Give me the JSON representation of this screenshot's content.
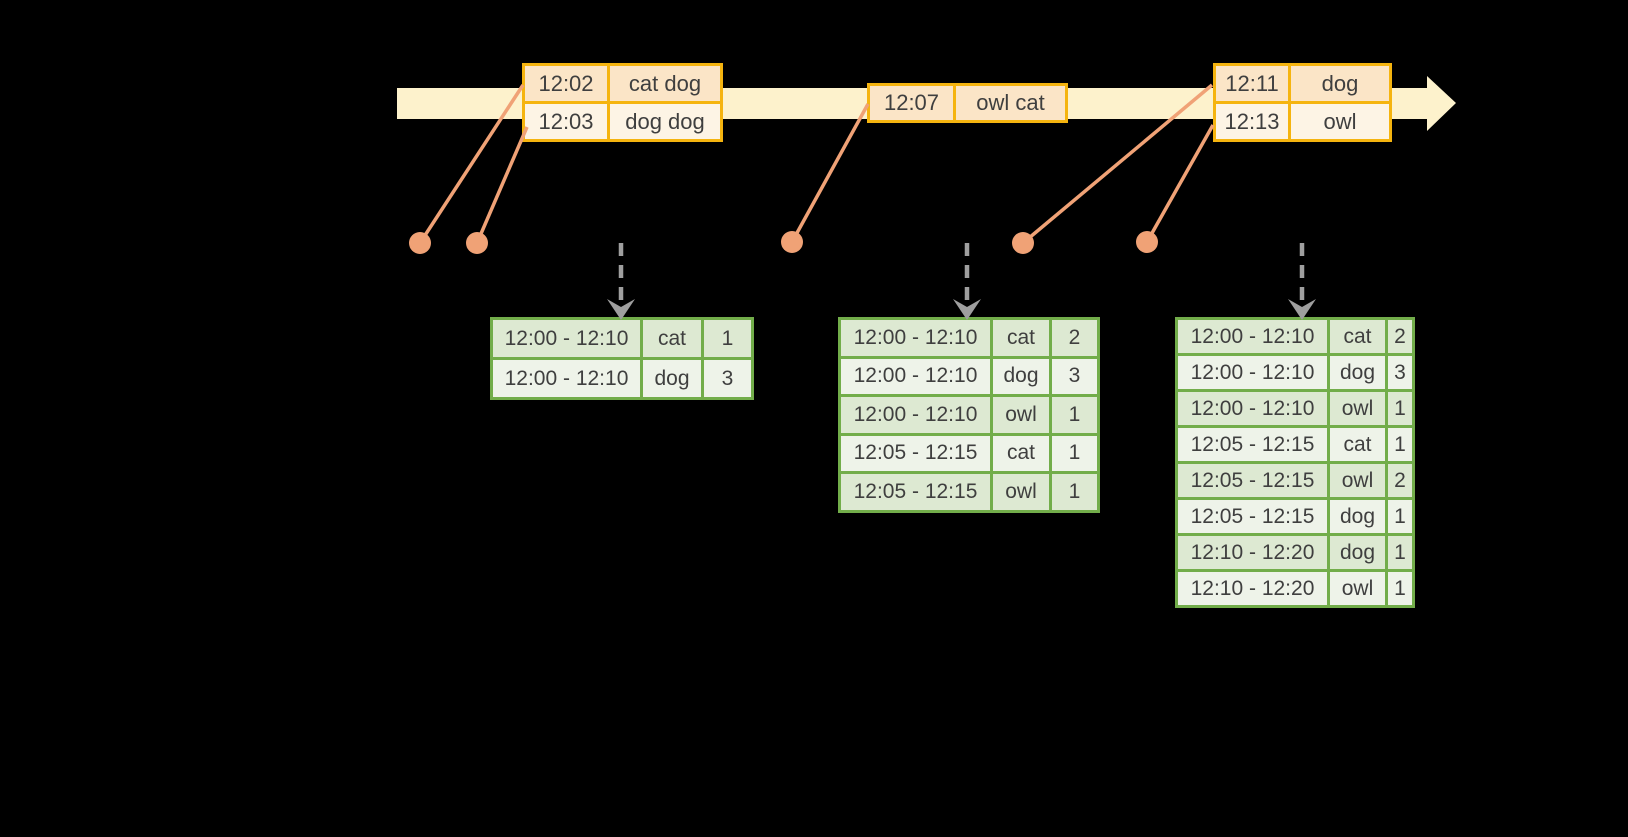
{
  "colors": {
    "bg": "#000000",
    "timeline_fill": "#fdf2cc",
    "orange_border": "#f5b40f",
    "peach_fill": "#fbe5c7",
    "cream_fill": "#fdf4e5",
    "salmon": "#f0a276",
    "green_border": "#72ad4a",
    "green_row_dark": "#dde9d2",
    "green_row_light": "#eef3e9",
    "arrow_gray": "#9f9f9f",
    "text": "#3f3f3f"
  },
  "event_tables": {
    "t1": {
      "rows": [
        [
          "12:02",
          "cat dog"
        ],
        [
          "12:03",
          "dog dog"
        ]
      ]
    },
    "t2": {
      "rows": [
        [
          "12:07",
          "owl cat"
        ]
      ]
    },
    "t3": {
      "rows": [
        [
          "12:11",
          "dog"
        ],
        [
          "12:13",
          "owl"
        ]
      ]
    }
  },
  "result_tables": {
    "r1": {
      "rows": [
        [
          "12:00 - 12:10",
          "cat",
          "1"
        ],
        [
          "12:00 - 12:10",
          "dog",
          "3"
        ]
      ]
    },
    "r2": {
      "rows": [
        [
          "12:00 - 12:10",
          "cat",
          "2"
        ],
        [
          "12:00 - 12:10",
          "dog",
          "3"
        ],
        [
          "12:00 - 12:10",
          "owl",
          "1"
        ],
        [
          "12:05 - 12:15",
          "cat",
          "1"
        ],
        [
          "12:05 - 12:15",
          "owl",
          "1"
        ]
      ]
    },
    "r3": {
      "rows": [
        [
          "12:00 - 12:10",
          "cat",
          "2"
        ],
        [
          "12:00 - 12:10",
          "dog",
          "3"
        ],
        [
          "12:00 - 12:10",
          "owl",
          "1"
        ],
        [
          "12:05 - 12:15",
          "cat",
          "1"
        ],
        [
          "12:05 - 12:15",
          "owl",
          "2"
        ],
        [
          "12:05 - 12:15",
          "dog",
          "1"
        ],
        [
          "12:10 - 12:20",
          "dog",
          "1"
        ],
        [
          "12:10 - 12:20",
          "owl",
          "1"
        ]
      ]
    }
  }
}
